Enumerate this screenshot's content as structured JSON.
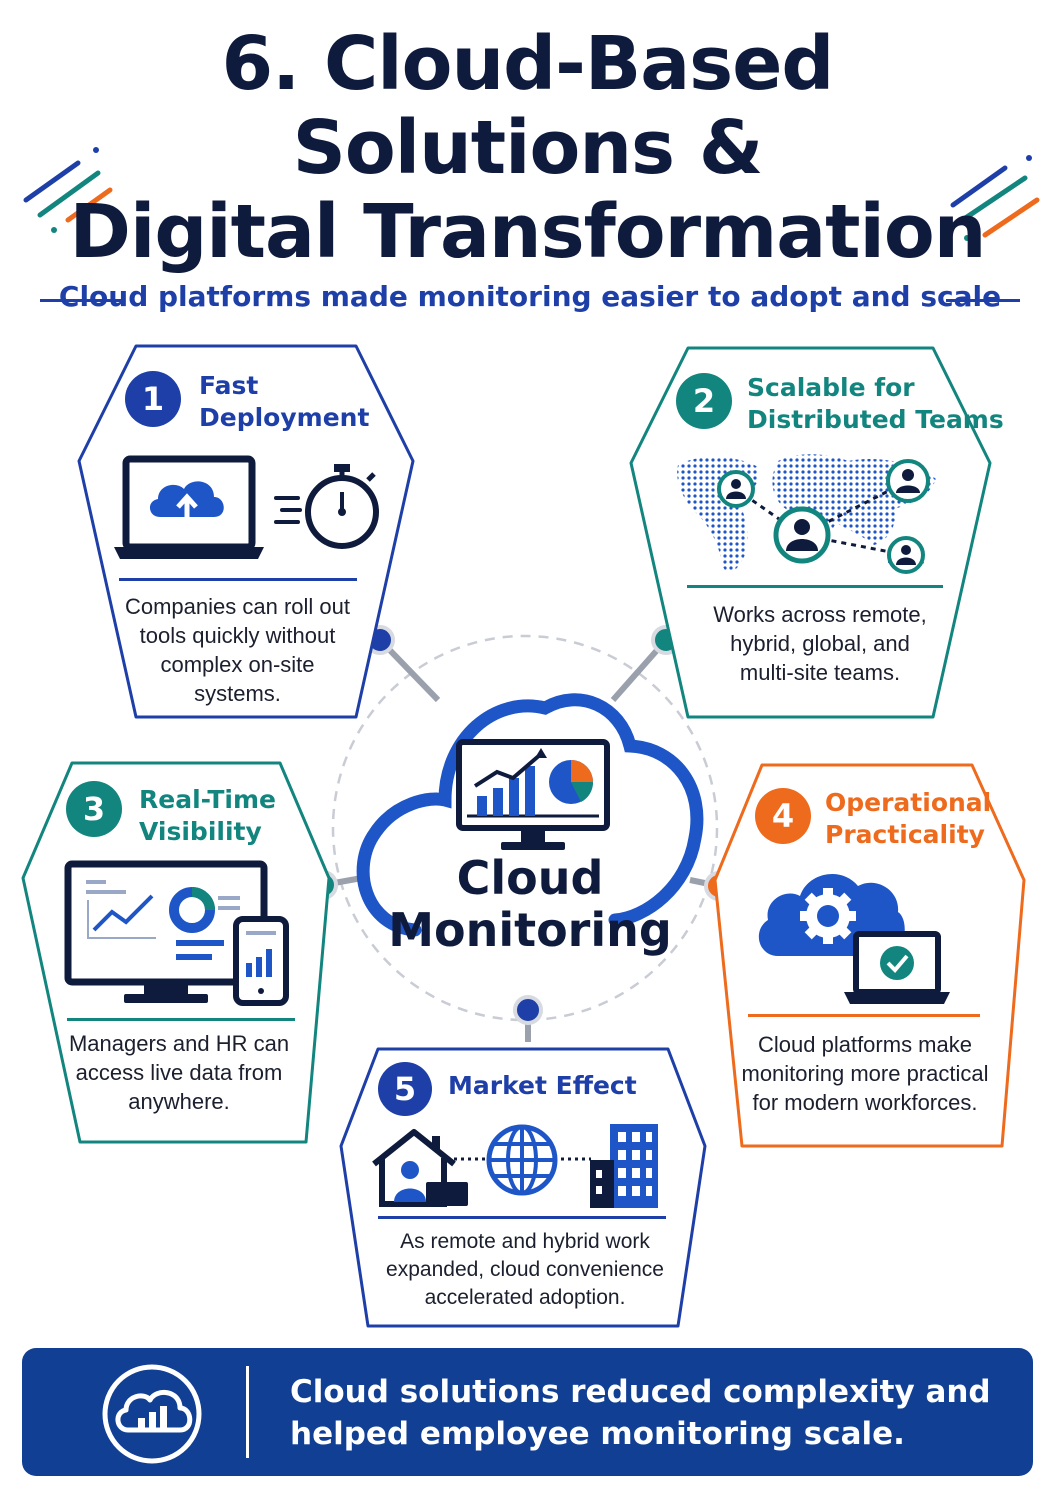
{
  "title": {
    "line1": "6. Cloud-Based",
    "line2": "Solutions &",
    "line3": "Digital Transformation"
  },
  "subtitle": "Cloud platforms made monitoring easier to adopt and scale",
  "colors": {
    "navy": "#0f1b3d",
    "blue": "#1e3fa8",
    "teal": "#13857f",
    "orange": "#ee6a1d",
    "banner": "#113f94"
  },
  "center": {
    "label": "Cloud\nMonitoring",
    "icon": "monitor-chart-icon"
  },
  "cards": [
    {
      "number": "1",
      "title": "Fast\nDeployment",
      "description": "Companies can roll out\ntools quickly without\ncomplex on-site\nsystems.",
      "icons": [
        "laptop-cloud-upload-icon",
        "stopwatch-icon"
      ]
    },
    {
      "number": "2",
      "title": "Scalable for\nDistributed Teams",
      "description": "Works across remote,\nhybrid, global, and\nmulti-site teams.",
      "icons": [
        "world-map-people-icon"
      ]
    },
    {
      "number": "3",
      "title": "Real-Time\nVisibility",
      "description": "Managers and HR can\naccess live data from\nanywhere.",
      "icons": [
        "dashboard-monitor-icon",
        "phone-chart-icon"
      ]
    },
    {
      "number": "4",
      "title": "Operational\nPracticality",
      "description": "Cloud platforms make\nmonitoring more practical\nfor modern workforces.",
      "icons": [
        "cloud-gear-icon",
        "laptop-check-icon"
      ]
    },
    {
      "number": "5",
      "title": "Market Effect",
      "description": "As remote and hybrid work\nexpanded, cloud convenience\naccelerated adoption.",
      "icons": [
        "home-worker-icon",
        "globe-icon",
        "office-building-icon"
      ]
    }
  ],
  "banner": {
    "text": "Cloud solutions reduced complexity and\nhelped employee monitoring scale.",
    "icon": "cloud-chart-icon"
  }
}
